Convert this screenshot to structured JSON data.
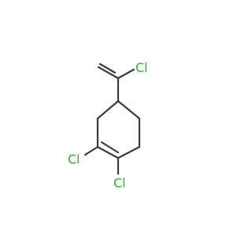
{
  "molecule": {
    "atoms": [
      {
        "id": "C1",
        "element": "C"
      },
      {
        "id": "C2",
        "element": "C"
      },
      {
        "id": "C3",
        "element": "C"
      },
      {
        "id": "C4",
        "element": "C"
      },
      {
        "id": "C5",
        "element": "C"
      },
      {
        "id": "C6",
        "element": "C"
      },
      {
        "id": "C7",
        "element": "C"
      },
      {
        "id": "C8",
        "element": "C"
      },
      {
        "id": "Cl1",
        "element": "Cl",
        "label": "Cl"
      },
      {
        "id": "Cl2",
        "element": "Cl",
        "label": "Cl"
      },
      {
        "id": "Cl3",
        "element": "Cl",
        "label": "Cl"
      }
    ],
    "bonds": [
      {
        "from": "C5",
        "to": "C7",
        "order": 1
      },
      {
        "from": "C7",
        "to": "C8",
        "order": 2
      },
      {
        "from": "C7",
        "to": "Cl1",
        "order": 1
      },
      {
        "from": "C5",
        "to": "C4",
        "order": 1
      },
      {
        "from": "C4",
        "to": "C3",
        "order": 1
      },
      {
        "from": "C3",
        "to": "C2",
        "order": 2
      },
      {
        "from": "C2",
        "to": "C1",
        "order": 1
      },
      {
        "from": "C1",
        "to": "C6",
        "order": 1
      },
      {
        "from": "C6",
        "to": "C5",
        "order": 1
      },
      {
        "from": "C3",
        "to": "Cl2",
        "order": 1
      },
      {
        "from": "C2",
        "to": "Cl3",
        "order": 1
      }
    ],
    "colors": {
      "bond": "#3b3b3b",
      "chlorine": "#1fbf1f"
    }
  }
}
